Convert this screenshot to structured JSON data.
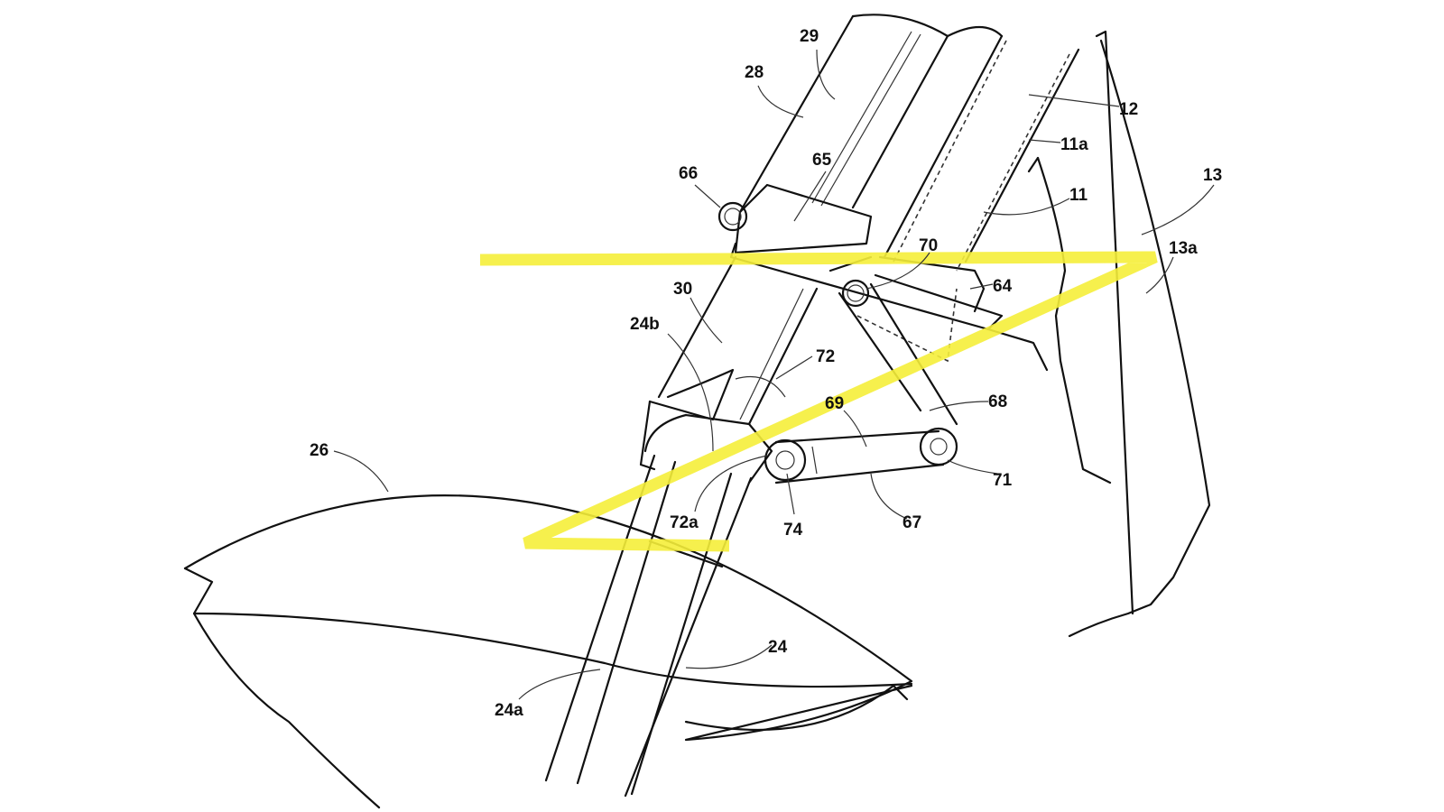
{
  "diagram": {
    "labels": [
      "29",
      "28",
      "12",
      "11a",
      "13",
      "11",
      "66",
      "65",
      "70",
      "13a",
      "64",
      "30",
      "24b",
      "72",
      "69",
      "68",
      "26",
      "71",
      "72a",
      "74",
      "67",
      "24",
      "24a"
    ],
    "colors": {
      "line": "#111111",
      "highlight": "#f5ee3a"
    }
  }
}
